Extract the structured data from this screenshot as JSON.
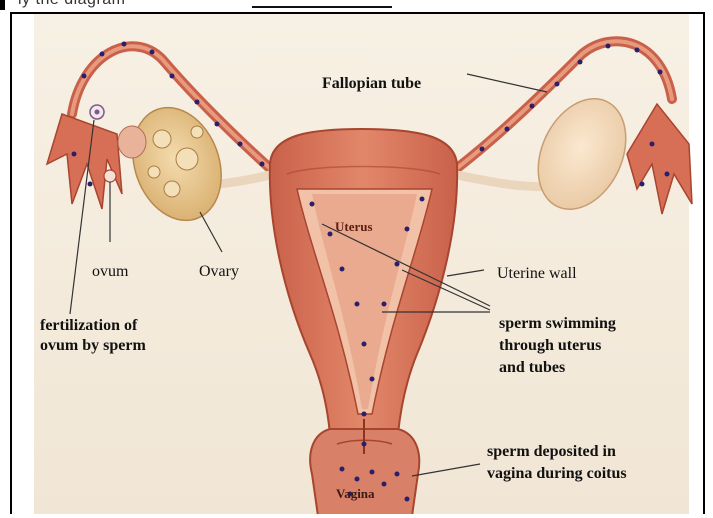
{
  "header": {
    "caption_fragment": "ly the diagram"
  },
  "diagram": {
    "labels": {
      "fallopian_tube": "Fallopian tube",
      "uterus": "Uterus",
      "ovum": "ovum",
      "ovary": "Ovary",
      "uterine_wall": "Uterine wall",
      "fertilization_line1": "fertilization of",
      "fertilization_line2": "ovum by sperm",
      "sperm_swimming_line1": "sperm swimming",
      "sperm_swimming_line2": "through uterus",
      "sperm_swimming_line3": "and tubes",
      "sperm_deposited_line1": "sperm deposited in",
      "sperm_deposited_line2": "vagina during coitus",
      "vagina": "Vagina"
    },
    "colors": {
      "background": "#f6eee1",
      "tissue": "#d9775c",
      "tissue_dark": "#b9533b",
      "tissue_light": "#f0a88c",
      "ovary": "#e8c992",
      "sperm": "#2a1f6b"
    }
  }
}
